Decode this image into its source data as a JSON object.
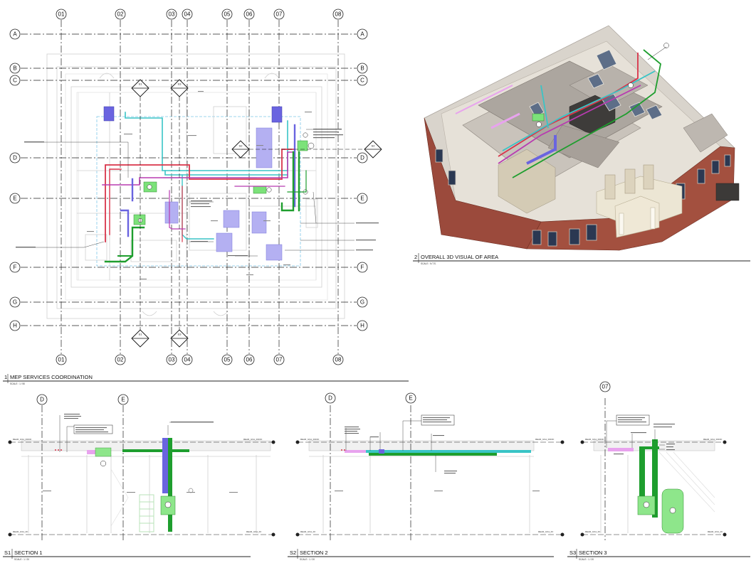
{
  "plan": {
    "columns": [
      "01",
      "02",
      "03",
      "04",
      "05",
      "06",
      "07",
      "08"
    ],
    "rows": [
      "A",
      "B",
      "C",
      "D",
      "E",
      "F",
      "G",
      "H"
    ],
    "title_number": "1",
    "title": "MEP SERVICES COORDINATION",
    "scale": "SCALE : 1 / 50",
    "section_marks": [
      "S1",
      "S2",
      "S3"
    ]
  },
  "view3d": {
    "title_number": "2",
    "title": "OVERALL 3D VISUAL OF AREA",
    "scale": "SCALE : N.T.S."
  },
  "section1": {
    "title_number": "S1",
    "title": "SECTION 1",
    "scale": "SCALE : 1 / 20",
    "grids": [
      "D",
      "E"
    ],
    "level_top": "REAR_GS1_ROOF",
    "level_bottom": "REAR_GS1_FF"
  },
  "section2": {
    "title_number": "S2",
    "title": "SECTION 2",
    "scale": "SCALE : 1 / 20",
    "grids": [
      "D",
      "E"
    ],
    "level_top": "REAR_GS1_ROOF",
    "level_bottom": "REAR_GS1_FF"
  },
  "section3": {
    "title_number": "S3",
    "title": "SECTION 3",
    "scale": "SCALE : 1 / 20",
    "grids": [
      "07"
    ],
    "level_top": "REAR_GS1_ROOF",
    "level_bottom": "REAR_GS1_FF"
  },
  "colors": {
    "pipe_red": "#d9344a",
    "pipe_magenta": "#b83bb0",
    "pipe_cyan": "#39c4c6",
    "pipe_green": "#1e9e2e",
    "equip_green": "#7ce27a",
    "equip_lilac": "#a8a3ef",
    "equip_blue": "#6a64e0",
    "equip_pink": "#e8a3ee"
  }
}
